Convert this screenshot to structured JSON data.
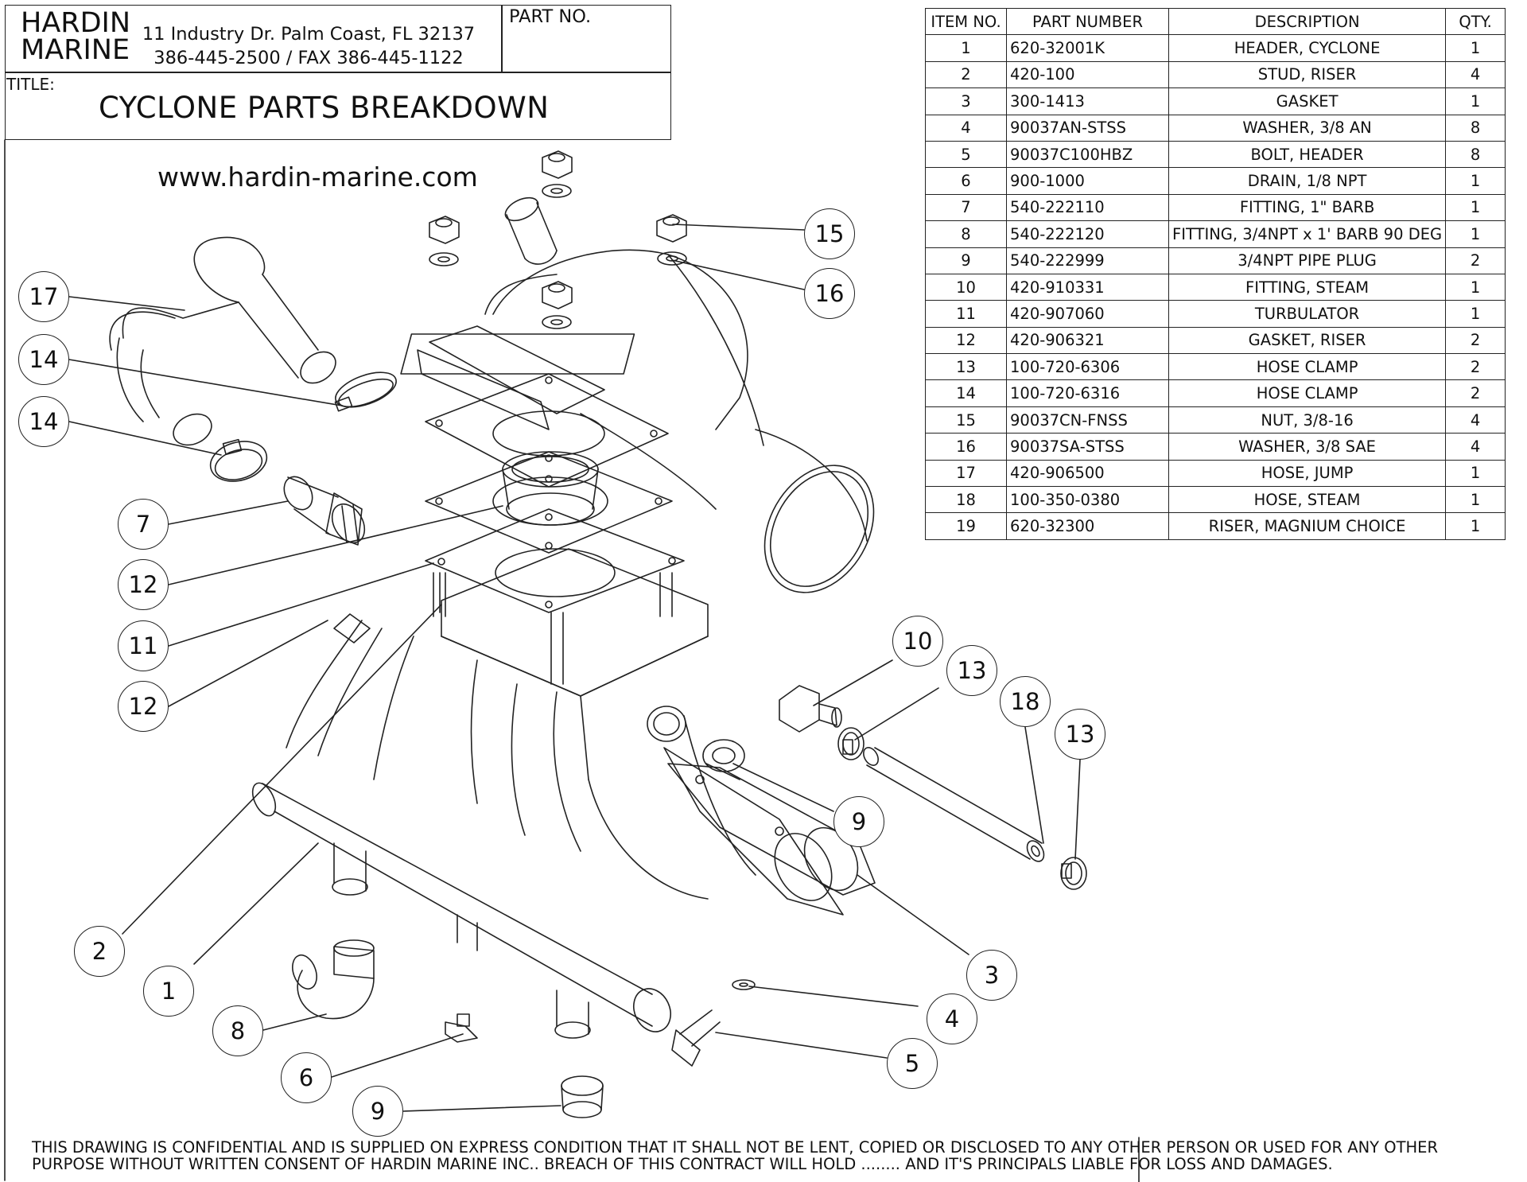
{
  "title_block": {
    "company_line1": "HARDIN",
    "company_line2": "MARINE",
    "address_line1": "11 Industry Dr. Palm Coast, FL 32137",
    "address_line2": "386-445-2500 / FAX 386-445-1122",
    "part_no_label": "PART NO.",
    "title_label": "TITLE:",
    "title_value": "CYCLONE PARTS BREAKDOWN",
    "website": "www.hardin-marine.com"
  },
  "bom": {
    "headers": [
      "ITEM NO.",
      "PART NUMBER",
      "DESCRIPTION",
      "QTY."
    ],
    "rows": [
      [
        "1",
        "620-32001K",
        "HEADER, CYCLONE",
        "1"
      ],
      [
        "2",
        "420-100",
        "STUD, RISER",
        "4"
      ],
      [
        "3",
        "300-1413",
        "GASKET",
        "1"
      ],
      [
        "4",
        "90037AN-STSS",
        "WASHER, 3/8 AN",
        "8"
      ],
      [
        "5",
        "90037C100HBZ",
        "BOLT, HEADER",
        "8"
      ],
      [
        "6",
        "900-1000",
        "DRAIN, 1/8 NPT",
        "1"
      ],
      [
        "7",
        "540-222110",
        "FITTING, 1\" BARB",
        "1"
      ],
      [
        "8",
        "540-222120",
        "FITTING, 3/4NPT x 1' BARB 90 DEG",
        "1"
      ],
      [
        "9",
        "540-222999",
        "3/4NPT PIPE PLUG",
        "2"
      ],
      [
        "10",
        "420-910331",
        "FITTING, STEAM",
        "1"
      ],
      [
        "11",
        "420-907060",
        "TURBULATOR",
        "1"
      ],
      [
        "12",
        "420-906321",
        "GASKET, RISER",
        "2"
      ],
      [
        "13",
        "100-720-6306",
        "HOSE CLAMP",
        "2"
      ],
      [
        "14",
        "100-720-6316",
        "HOSE CLAMP",
        "2"
      ],
      [
        "15",
        "90037CN-FNSS",
        "NUT, 3/8-16",
        "4"
      ],
      [
        "16",
        "90037SA-STSS",
        "WASHER, 3/8 SAE",
        "4"
      ],
      [
        "17",
        "420-906500",
        "HOSE, JUMP",
        "1"
      ],
      [
        "18",
        "100-350-0380",
        "HOSE, STEAM",
        "1"
      ],
      [
        "19",
        "620-32300",
        "RISER, MAGNIUM CHOICE",
        "1"
      ]
    ]
  },
  "callouts": [
    {
      "label": "15"
    },
    {
      "label": "16"
    },
    {
      "label": "17"
    },
    {
      "label": "14"
    },
    {
      "label": "14"
    },
    {
      "label": "7"
    },
    {
      "label": "12"
    },
    {
      "label": "11"
    },
    {
      "label": "12"
    },
    {
      "label": "10"
    },
    {
      "label": "13"
    },
    {
      "label": "18"
    },
    {
      "label": "13"
    },
    {
      "label": "9"
    },
    {
      "label": "2"
    },
    {
      "label": "1"
    },
    {
      "label": "3"
    },
    {
      "label": "8"
    },
    {
      "label": "4"
    },
    {
      "label": "6"
    },
    {
      "label": "5"
    },
    {
      "label": "9"
    }
  ],
  "disclaimer": {
    "line1": "THIS DRAWING IS CONFIDENTIAL AND IS SUPPLIED ON EXPRESS CONDITION THAT IT SHALL NOT BE LENT, COPIED OR DISCLOSED TO ANY OTHER PERSON OR USED FOR ANY OTHER",
    "line2": "PURPOSE WITHOUT WRITTEN  CONSENT OF HARDIN MARINE INC.. BREACH OF THIS CONTRACT WILL HOLD ........ AND IT'S PRINCIPALS LIABLE FOR LOSS AND DAMAGES."
  },
  "colors": {
    "line": "#222222",
    "paper": "#ffffff"
  }
}
